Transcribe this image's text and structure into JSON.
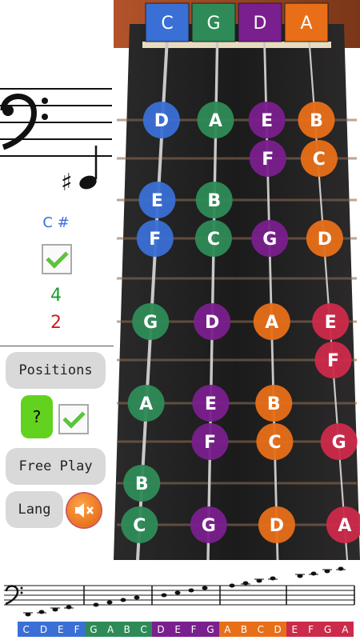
{
  "tuning": [
    {
      "note": "C",
      "color": "#3a6fd6"
    },
    {
      "note": "G",
      "color": "#2e8b57"
    },
    {
      "note": "D",
      "color": "#7a1f8e"
    },
    {
      "note": "A",
      "color": "#e86f18"
    }
  ],
  "colors": {
    "C": "#3a6fd6",
    "G": "#2e8b57",
    "D": "#7a1f8e",
    "A": "#e86f18",
    "E": "#cc2a4a"
  },
  "left": {
    "clef_icon": "bass-clef-icon",
    "quiz_note": "C #",
    "finger_number": "4",
    "position_number": "2",
    "positions_label": "Positions",
    "help_label": "?",
    "free_play_label": "Free Play",
    "lang_label": "Lang",
    "sound_icon": "speaker-muted-icon"
  },
  "fret_notes": [
    {
      "note": "D",
      "string": 0,
      "fret": 1,
      "color": "blue"
    },
    {
      "note": "A",
      "string": 1,
      "fret": 1,
      "color": "green"
    },
    {
      "note": "E",
      "string": 2,
      "fret": 1,
      "color": "purple"
    },
    {
      "note": "B",
      "string": 3,
      "fret": 1,
      "color": "orange"
    },
    {
      "note": "F",
      "string": 2,
      "fret": 2,
      "color": "purple"
    },
    {
      "note": "C",
      "string": 3,
      "fret": 2,
      "color": "orange"
    },
    {
      "note": "E",
      "string": 0,
      "fret": 3,
      "color": "blue"
    },
    {
      "note": "B",
      "string": 1,
      "fret": 3,
      "color": "green"
    },
    {
      "note": "F",
      "string": 0,
      "fret": 4,
      "color": "blue"
    },
    {
      "note": "C",
      "string": 1,
      "fret": 4,
      "color": "green"
    },
    {
      "note": "G",
      "string": 2,
      "fret": 4,
      "color": "purple"
    },
    {
      "note": "D",
      "string": 3,
      "fret": 4,
      "color": "orange"
    },
    {
      "note": "G",
      "string": 0,
      "fret": 6,
      "color": "green"
    },
    {
      "note": "D",
      "string": 1,
      "fret": 6,
      "color": "purple"
    },
    {
      "note": "A",
      "string": 2,
      "fret": 6,
      "color": "orange"
    },
    {
      "note": "E",
      "string": 3,
      "fret": 6,
      "color": "red"
    },
    {
      "note": "F",
      "string": 3,
      "fret": 7,
      "color": "red"
    },
    {
      "note": "A",
      "string": 0,
      "fret": 8,
      "color": "green"
    },
    {
      "note": "E",
      "string": 1,
      "fret": 8,
      "color": "purple"
    },
    {
      "note": "B",
      "string": 2,
      "fret": 8,
      "color": "orange"
    },
    {
      "note": "F",
      "string": 1,
      "fret": 9,
      "color": "purple"
    },
    {
      "note": "C",
      "string": 2,
      "fret": 9,
      "color": "orange"
    },
    {
      "note": "G",
      "string": 3,
      "fret": 9,
      "color": "red"
    },
    {
      "note": "B",
      "string": 0,
      "fret": 10,
      "color": "green"
    },
    {
      "note": "C",
      "string": 0,
      "fret": 11,
      "color": "green"
    },
    {
      "note": "G",
      "string": 1,
      "fret": 11,
      "color": "purple"
    },
    {
      "note": "D",
      "string": 2,
      "fret": 11,
      "color": "orange"
    },
    {
      "note": "A",
      "string": 3,
      "fret": 11,
      "color": "red"
    }
  ],
  "scale_strip": [
    {
      "notes": [
        "C",
        "D",
        "E",
        "F"
      ],
      "color": "#3a6fd6"
    },
    {
      "notes": [
        "G",
        "A",
        "B",
        "C"
      ],
      "color": "#2e8b57"
    },
    {
      "notes": [
        "D",
        "E",
        "F",
        "G"
      ],
      "color": "#7a1f8e"
    },
    {
      "notes": [
        "A",
        "B",
        "C",
        "D"
      ],
      "color": "#e86f18"
    },
    {
      "notes": [
        "E",
        "F",
        "G",
        "A"
      ],
      "color": "#cc2a4a"
    }
  ]
}
